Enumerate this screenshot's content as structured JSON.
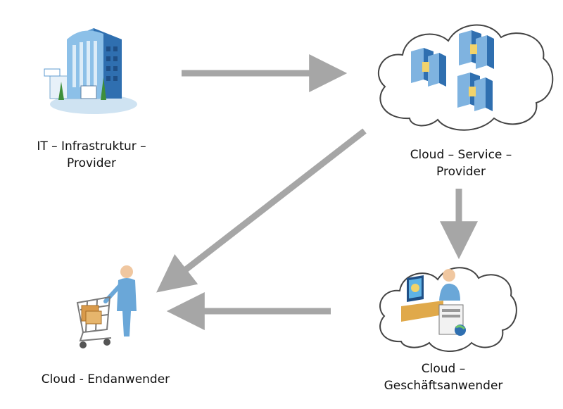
{
  "nodes": {
    "it_provider": {
      "line1": "IT – Infrastruktur –",
      "line2": "Provider",
      "icon": "office-building-icon"
    },
    "cloud_service_provider": {
      "line1": "Cloud – Service –",
      "line2": "Provider",
      "icon": "server-cloud-icon"
    },
    "cloud_business_user": {
      "line1": "Cloud –",
      "line2": "Geschäftsanwender",
      "icon": "workstation-cloud-icon"
    },
    "cloud_end_user": {
      "line1": "Cloud - Endanwender",
      "icon": "shopping-cart-person-icon"
    }
  },
  "edges": [
    {
      "from": "it_provider",
      "to": "cloud_service_provider"
    },
    {
      "from": "cloud_service_provider",
      "to": "cloud_end_user"
    },
    {
      "from": "cloud_service_provider",
      "to": "cloud_business_user"
    },
    {
      "from": "cloud_business_user",
      "to": "cloud_end_user"
    }
  ],
  "colors": {
    "arrow": "#a6a6a6",
    "cloud_stroke": "#444444",
    "icon_blue": "#6aa7d8"
  }
}
